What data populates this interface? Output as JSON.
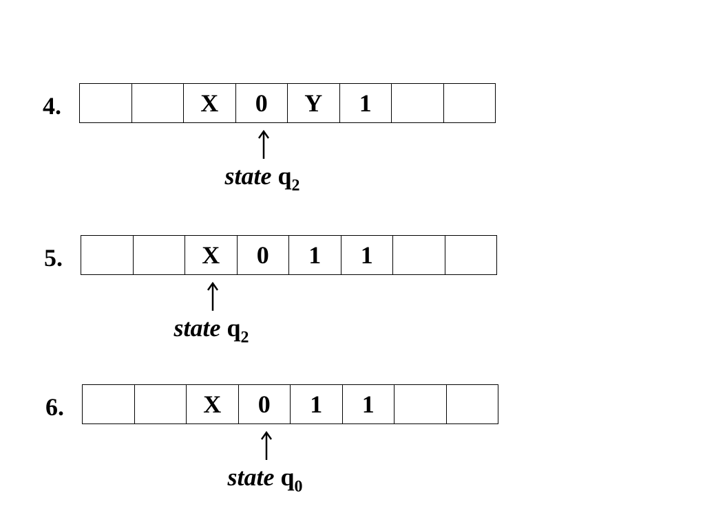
{
  "steps": [
    {
      "number": "4.",
      "tape": [
        "",
        "",
        "X",
        "0",
        "Y",
        "1",
        "",
        ""
      ],
      "head_index": 3,
      "state_word": "state",
      "state_name": "q",
      "state_subscript": "2"
    },
    {
      "number": "5.",
      "tape": [
        "",
        "",
        "X",
        "0",
        "1",
        "1",
        "",
        ""
      ],
      "head_index": 2,
      "state_word": "state",
      "state_name": "q",
      "state_subscript": "2"
    },
    {
      "number": "6.",
      "tape": [
        "",
        "",
        "X",
        "0",
        "1",
        "1",
        "",
        ""
      ],
      "head_index": 3,
      "state_word": "state",
      "state_name": "q",
      "state_subscript": "0"
    }
  ]
}
